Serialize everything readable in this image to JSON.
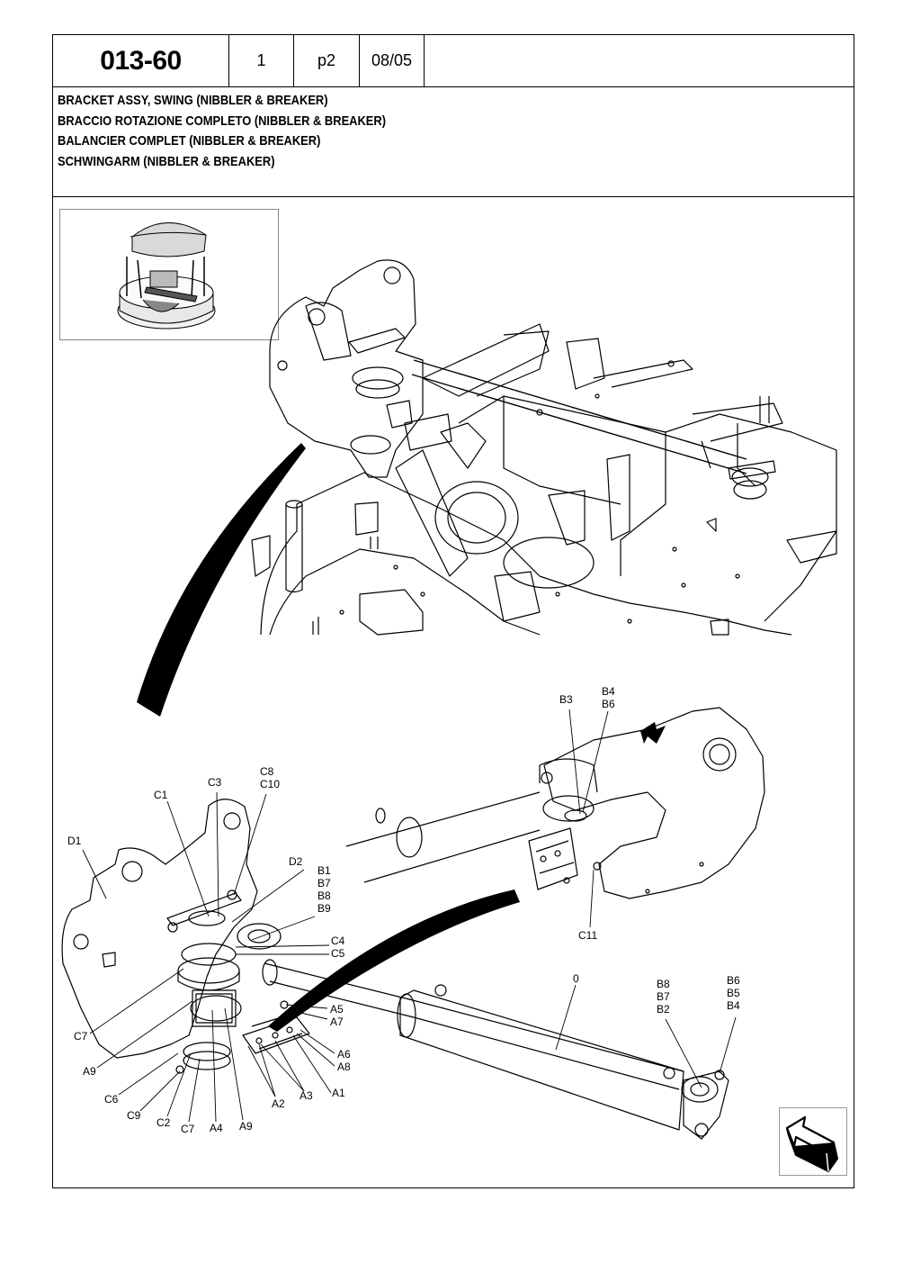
{
  "header": {
    "code": "013-60",
    "number": "1",
    "page": "p2",
    "date": "08/05"
  },
  "titles": [
    "BRACKET ASSY, SWING (NIBBLER & BREAKER)",
    "BRACCIO ROTAZIONE COMPLETO (NIBBLER & BREAKER)",
    "BALANCIER COMPLET (NIBBLER & BREAKER)",
    "SCHWINGARM (NIBBLER & BREAKER)"
  ],
  "callouts": {
    "b3": "B3",
    "b4b6": "B4\nB6",
    "c1": "C1",
    "c3": "C3",
    "c8c10": "C8\nC10",
    "d1": "D1",
    "d2": "D2",
    "b1b7b8b9": "B1\nB7\nB8\nB9",
    "c4c5": "C4\nC5",
    "c11": "C11",
    "zero": "0",
    "b8b7b2": "B8\nB7\nB2",
    "b6b5b4": "B6\nB5\nB4",
    "a5a7": "A5\nA7",
    "c7_left": "C7",
    "a6a8": "A6\nA8",
    "a9_left": "A9",
    "a1": "A1",
    "c6": "C6",
    "a3": "A3",
    "a2": "A2",
    "c9": "C9",
    "c2": "C2",
    "c7_bottom": "C7",
    "a4": "A4",
    "a9_bottom": "A9"
  },
  "icons": {
    "thumbnail": "machine-overview-thumbnail",
    "navigation": "next-page-arrow-icon"
  }
}
